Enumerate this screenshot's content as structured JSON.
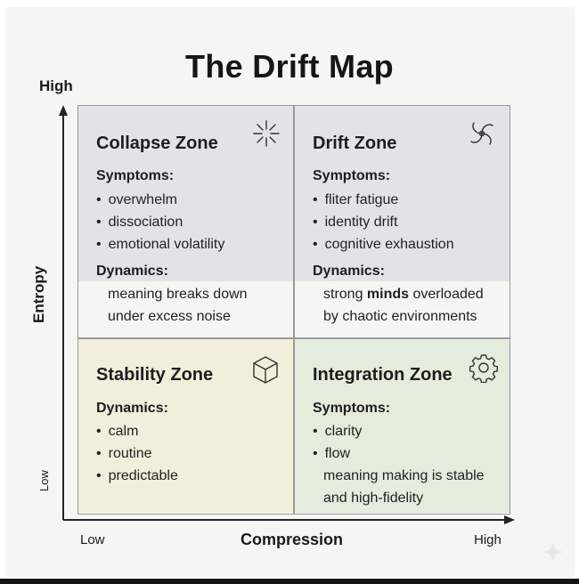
{
  "title": "The Drift Map",
  "y_axis": {
    "label": "Entropy",
    "high": "High",
    "low": "Low"
  },
  "x_axis": {
    "label": "Compression",
    "low": "Low",
    "high": "High"
  },
  "quadrants": {
    "collapse": {
      "title": "Collapse Zone",
      "icon": "burst-icon",
      "symptoms_label": "Symptoms:",
      "symptoms": [
        "overwhelm",
        "dissociation",
        "emotional volatility"
      ],
      "dynamics_label": "Dynamics:",
      "dynamics": [
        "meaning breaks down",
        "under excess noise"
      ]
    },
    "drift": {
      "title": "Drift Zone",
      "icon": "swirl-icon",
      "symptoms_label": "Symptoms:",
      "symptoms": [
        "fliter fatigue",
        "identity drift",
        "cognitive exhaustion"
      ],
      "dynamics_label": "Dynamics:",
      "dynamics_line1_pre": "strong ",
      "dynamics_line1_bold": "minds",
      "dynamics_line1_post": " overloaded",
      "dynamics_line2": "by chaotic environments"
    },
    "stability": {
      "title": "Stability Zone",
      "icon": "cube-icon",
      "dynamics_label": "Dynamics:",
      "items": [
        "calm",
        "routine",
        "predictable"
      ]
    },
    "integration": {
      "title": "Integration Zone",
      "icon": "gear-icon",
      "symptoms_label": "Symptoms:",
      "symptoms": [
        "clarity",
        "flow"
      ],
      "note": [
        "meaning making is stable",
        "and high-fidelity"
      ]
    }
  },
  "colors": {
    "collapse_bg": "#e2e3e6",
    "drift_bg": "#e1e3e7",
    "stability_bg": "#f1eedb",
    "integration_bg": "#e4ecde"
  }
}
